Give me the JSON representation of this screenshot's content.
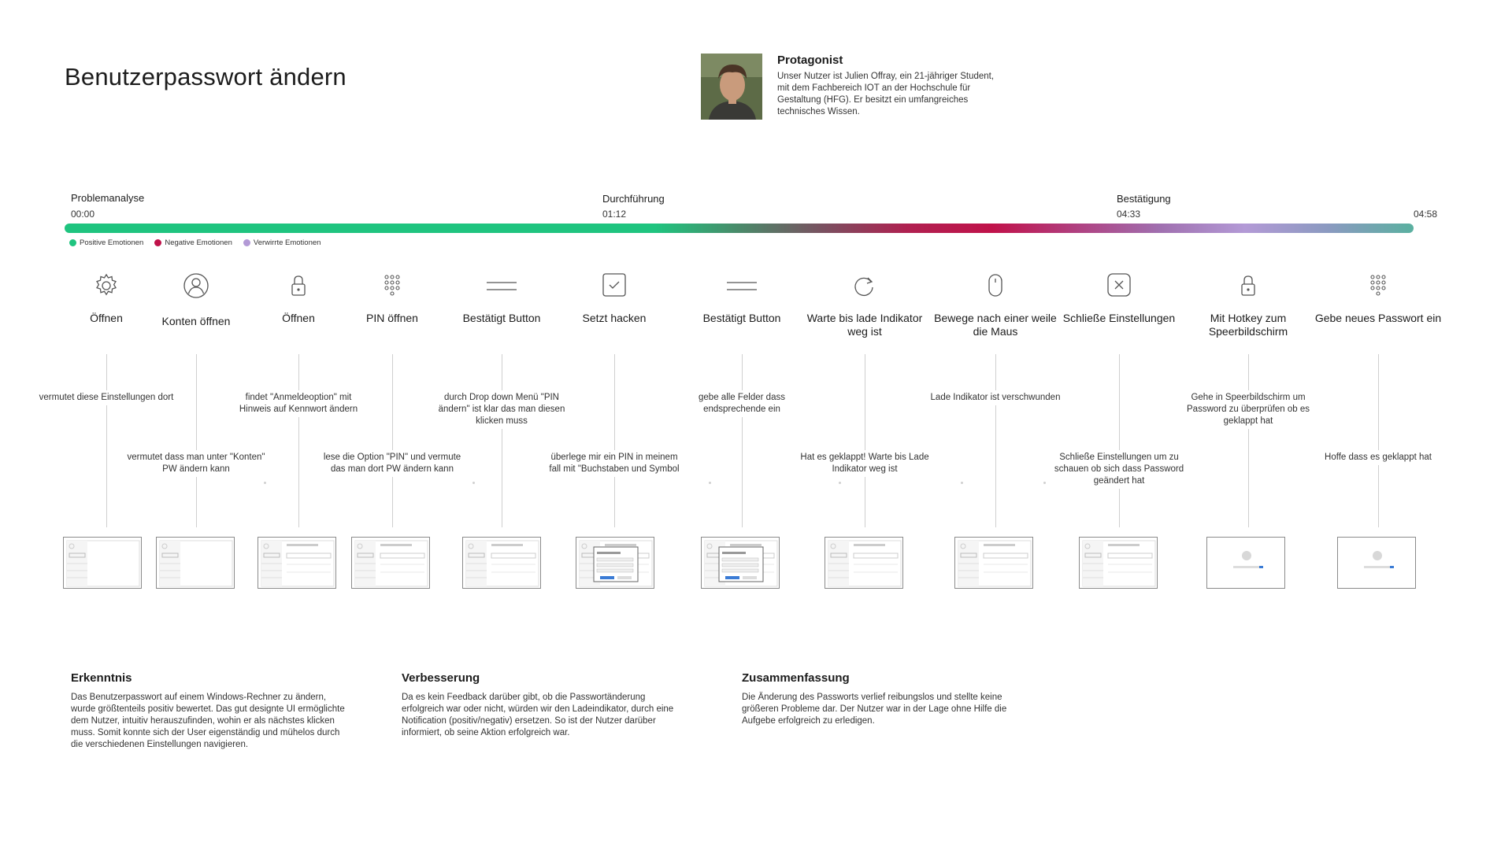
{
  "title": "Benutzerpasswort ändern",
  "protagonist": {
    "heading": "Protagonist",
    "text": "Unser Nutzer ist Julien Offray, ein 21-jähriger Student, mit dem Fachbereich IOT an der Hochschule für Gestaltung (HFG). Er besitzt ein umfangreiches technisches Wissen."
  },
  "phases": [
    {
      "name": "Problemanalyse",
      "time": "00:00"
    },
    {
      "name": "Durchführung",
      "time": "01:12"
    },
    {
      "name": "Bestätigung",
      "time": "04:33"
    }
  ],
  "end_time": "04:58",
  "legend": [
    {
      "label": "Positive Emotionen",
      "color": "#1fc47f"
    },
    {
      "label": "Negative Emotionen",
      "color": "#c0124a"
    },
    {
      "label": "Verwirrte Emotionen",
      "color": "#b39ad6"
    }
  ],
  "emotion_gradient": [
    "#1fc47f",
    "#1fc47f",
    "#1fc47f",
    "#1fc47f",
    "#1fc47f",
    "#1fc47f",
    "#1fc47f",
    "#1fc47f",
    "#4a8a6a",
    "#7a5060",
    "#b02050",
    "#c0124a",
    "#b04080",
    "#a070b0",
    "#b39ad6",
    "#8a9ac0",
    "#5ab0a0"
  ],
  "steps": [
    {
      "icon": "gear-icon",
      "label": "Öffnen"
    },
    {
      "icon": "user-icon",
      "label": "Konten öffnen"
    },
    {
      "icon": "lock-icon",
      "label": "Öffnen"
    },
    {
      "icon": "keypad-icon",
      "label": "PIN öffnen"
    },
    {
      "icon": "button-icon",
      "label": "Bestätigt Button"
    },
    {
      "icon": "checkbox-icon",
      "label": "Setzt hacken"
    },
    {
      "icon": "button-icon",
      "label": "Bestätigt Button"
    },
    {
      "icon": "reload-icon",
      "label": "Warte bis lade Indikator weg ist"
    },
    {
      "icon": "mouse-icon",
      "label": "Bewege nach einer weile die Maus"
    },
    {
      "icon": "close-box-icon",
      "label": "Schließe Einstellungen"
    },
    {
      "icon": "lock-icon",
      "label": "Mit Hotkey zum Speerbildschirm"
    },
    {
      "icon": "keypad-icon",
      "label": "Gebe neues Passwort ein"
    }
  ],
  "notes": [
    {
      "text": "vermutet diese Einstellungen dort",
      "step": 0,
      "row": "upper"
    },
    {
      "text": "vermutet dass man unter \"Konten\" PW ändern kann",
      "step": 1,
      "row": "lower"
    },
    {
      "text": "findet \"Anmeldeoption\" mit Hinweis auf Kennwort ändern",
      "step": 2,
      "row": "upper"
    },
    {
      "text": "lese die Option \"PIN\" und vermute das man dort PW ändern kann",
      "step": 3,
      "row": "lower"
    },
    {
      "text": "durch Drop down Menü \"PIN ändern\" ist klar das man diesen klicken muss",
      "step": 4,
      "row": "upper"
    },
    {
      "text": "überlege mir ein PIN in meinem fall mit \"Buchstaben und Symbol",
      "step": 5,
      "row": "lower"
    },
    {
      "text": "gebe alle Felder dass endsprechende ein",
      "step": 6,
      "row": "upper"
    },
    {
      "text": "Hat es geklappt! Warte bis Lade Indikator weg ist",
      "step": 7,
      "row": "lower"
    },
    {
      "text": "Lade Indikator ist verschwunden",
      "step": 8,
      "row": "upper"
    },
    {
      "text": "Schließe Einstellungen um zu schauen ob sich dass Password geändert hat",
      "step": 9,
      "row": "lower"
    },
    {
      "text": "Gehe in Speerbildschirm um Password zu überprüfen ob es geklappt hat",
      "step": 10,
      "row": "upper"
    },
    {
      "text": "Hoffe dass es geklappt hat",
      "step": 11,
      "row": "lower"
    }
  ],
  "bottom": [
    {
      "heading": "Erkenntnis",
      "text": "Das Benutzerpasswort auf einem Windows-Rechner zu ändern, wurde größtenteils positiv bewertet. Das gut designte UI ermöglichte dem Nutzer, intuitiv herauszufinden, wohin er als nächstes klicken muss. Somit konnte sich der User eigenständig und mühelos durch die verschiedenen Einstellungen navigieren."
    },
    {
      "heading": "Verbesserung",
      "text": "Da es kein Feedback darüber gibt, ob die Passwortänderung erfolgreich war oder nicht, würden wir den Ladeindikator, durch eine Notification (positiv/negativ) ersetzen. So ist der Nutzer darüber informiert, ob seine Aktion erfolgreich war."
    },
    {
      "heading": "Zusammenfassung",
      "text": "Die Änderung des Passworts verlief reibungslos und stellte keine größeren Probleme dar. Der Nutzer war in der Lage ohne Hilfe die Aufgebe erfolgreich zu erledigen."
    }
  ]
}
